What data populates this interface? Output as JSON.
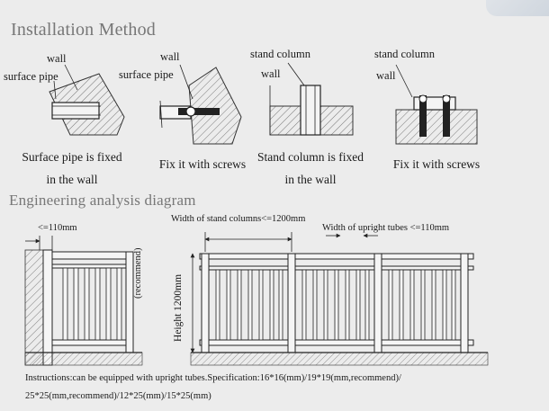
{
  "install": {
    "title": "Installation Method",
    "panel1": {
      "label_wall": "wall",
      "label_pipe": "surface pipe",
      "caption_l1": "Surface pipe is fixed",
      "caption_l2": "in the wall"
    },
    "panel2": {
      "label_wall": "wall",
      "label_pipe": "surface pipe",
      "caption": "Fix it with screws"
    },
    "panel3": {
      "label_column": "stand column",
      "label_wall": "wall",
      "caption_l1": "Stand column is fixed",
      "caption_l2": "in the wall"
    },
    "panel4": {
      "label_column": "stand column",
      "label_wall": "wall",
      "caption": "Fix it with screws"
    }
  },
  "engineering": {
    "title": "Engineering analysis diagram",
    "dim_wall_gap": "<=110mm",
    "dim_column_width": "Width of stand columns<=1200mm",
    "dim_tube_width": "Width of upright tubes <=110mm",
    "dim_height": "Height 1200mm",
    "dim_height_note": "(recommend)",
    "instructions_l1": "Instructions:can be equipped with upright tubes.Specification:16*16(mm)/19*19(mm,recommend)/",
    "instructions_l2": "25*25(mm,recommend)/12*25(mm)/15*25(mm)"
  }
}
